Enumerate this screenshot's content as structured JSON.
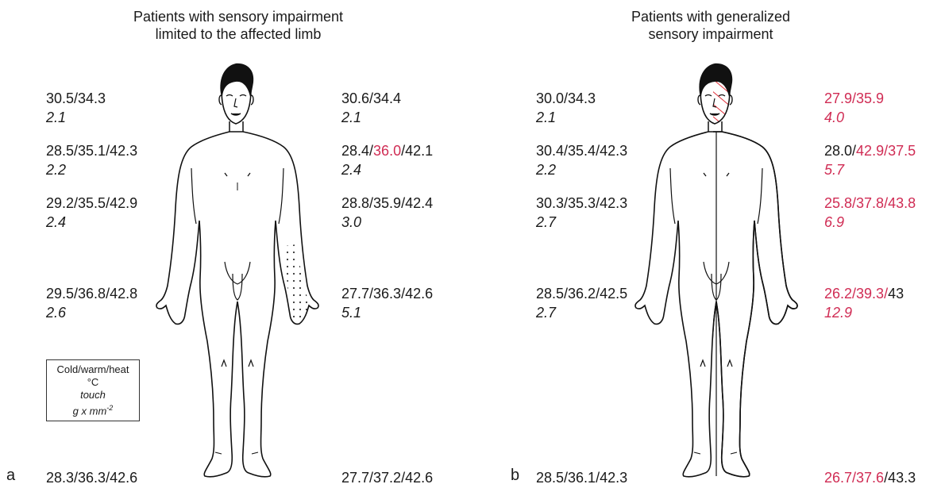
{
  "colors": {
    "normal": "#1a1a1a",
    "abnormal": "#d02c54",
    "hatch": "#e0303a"
  },
  "panel_a": {
    "letter": "a",
    "title_l1": "Patients with sensory impairment",
    "title_l2": "limited to the affected limb",
    "measurements": [
      {
        "id": "face-left",
        "parts": [
          {
            "t": "30.5/34.3",
            "c": "n"
          }
        ],
        "touch": {
          "t": "2.1",
          "c": "n"
        }
      },
      {
        "id": "face-right",
        "parts": [
          {
            "t": "30.6/34.4",
            "c": "n"
          }
        ],
        "touch": {
          "t": "2.1",
          "c": "n"
        }
      },
      {
        "id": "shoulder-left",
        "parts": [
          {
            "t": "28.5/35.1/42.3",
            "c": "n"
          }
        ],
        "touch": {
          "t": "2.2",
          "c": "n"
        }
      },
      {
        "id": "shoulder-right",
        "parts": [
          {
            "t": "28.4/",
            "c": "n"
          },
          {
            "t": "36.0",
            "c": "a"
          },
          {
            "t": "/42.1",
            "c": "n"
          }
        ],
        "touch": {
          "t": "2.4",
          "c": "n"
        }
      },
      {
        "id": "forearm-left",
        "parts": [
          {
            "t": "29.2/35.5/42.9",
            "c": "n"
          }
        ],
        "touch": {
          "t": "2.4",
          "c": "n"
        }
      },
      {
        "id": "forearm-right",
        "parts": [
          {
            "t": "28.8/35.9/42.4",
            "c": "n"
          }
        ],
        "touch": {
          "t": "3.0",
          "c": "n"
        }
      },
      {
        "id": "hand-left",
        "parts": [
          {
            "t": "29.5/36.8/42.8",
            "c": "n"
          }
        ],
        "touch": {
          "t": "2.6",
          "c": "n"
        }
      },
      {
        "id": "hand-right",
        "parts": [
          {
            "t": "27.7/36.3/42.6",
            "c": "n"
          }
        ],
        "touch": {
          "t": "5.1",
          "c": "n"
        }
      },
      {
        "id": "foot-left",
        "parts": [
          {
            "t": "28.3/36.3/42.6",
            "c": "n"
          }
        ]
      },
      {
        "id": "foot-right",
        "parts": [
          {
            "t": "27.7/37.2/42.6",
            "c": "n"
          }
        ]
      }
    ],
    "legend": {
      "l1": "Cold/warm/heat",
      "l2": "°C",
      "l3": "touch",
      "l4": "g x mm",
      "l4_sup": "-2"
    }
  },
  "panel_b": {
    "letter": "b",
    "title_l1": "Patients with generalized",
    "title_l2": "sensory impairment",
    "measurements": [
      {
        "id": "face-left",
        "parts": [
          {
            "t": "30.0/34.3",
            "c": "n"
          }
        ],
        "touch": {
          "t": "2.1",
          "c": "n"
        }
      },
      {
        "id": "face-right",
        "parts": [
          {
            "t": "27.9/35.9",
            "c": "a"
          }
        ],
        "touch": {
          "t": "4.0",
          "c": "a"
        }
      },
      {
        "id": "shoulder-left",
        "parts": [
          {
            "t": "30.4/35.4/42.3",
            "c": "n"
          }
        ],
        "touch": {
          "t": "2.2",
          "c": "n"
        }
      },
      {
        "id": "shoulder-right",
        "parts": [
          {
            "t": "28.0/",
            "c": "n"
          },
          {
            "t": "42.9/37.5",
            "c": "a"
          }
        ],
        "touch": {
          "t": "5.7",
          "c": "a"
        }
      },
      {
        "id": "forearm-left",
        "parts": [
          {
            "t": "30.3/35.3/42.3",
            "c": "n"
          }
        ],
        "touch": {
          "t": "2.7",
          "c": "n"
        }
      },
      {
        "id": "forearm-right",
        "parts": [
          {
            "t": "25.8/37.8/43.8",
            "c": "a"
          }
        ],
        "touch": {
          "t": "6.9",
          "c": "a"
        }
      },
      {
        "id": "hand-left",
        "parts": [
          {
            "t": "28.5/36.2/42.5",
            "c": "n"
          }
        ],
        "touch": {
          "t": "2.7",
          "c": "n"
        }
      },
      {
        "id": "hand-right",
        "parts": [
          {
            "t": "26.2/39.3/",
            "c": "a"
          },
          {
            "t": "43",
            "c": "n"
          }
        ],
        "touch": {
          "t": "12.9",
          "c": "a"
        }
      },
      {
        "id": "foot-left",
        "parts": [
          {
            "t": "28.5/36.1/42.3",
            "c": "n"
          }
        ]
      },
      {
        "id": "foot-right",
        "parts": [
          {
            "t": "26.7/37.6",
            "c": "a"
          },
          {
            "t": "/43.3",
            "c": "n"
          }
        ]
      }
    ]
  }
}
